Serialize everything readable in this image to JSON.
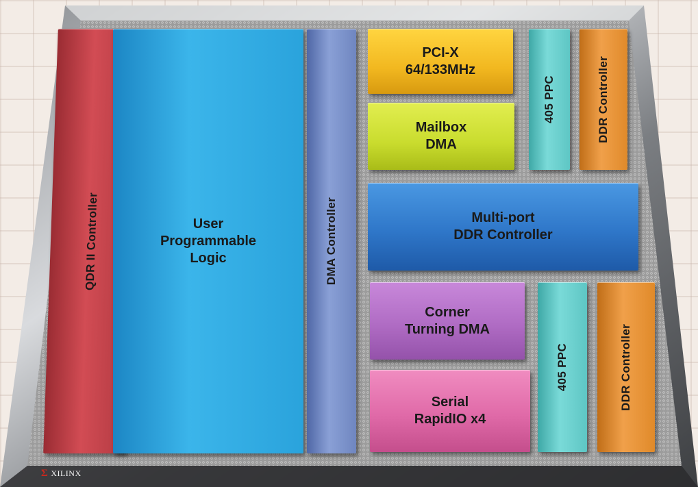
{
  "blocks": {
    "qdr": "QDR II Controller",
    "user_logic": "User\nProgrammable\nLogic",
    "dma_controller": "DMA Controller",
    "pcix": "PCI-X\n64/133MHz",
    "mailbox": "Mailbox\nDMA",
    "ppc_top": "405 PPC",
    "ddr_top": "DDR Controller",
    "multiport": "Multi-port\nDDR Controller",
    "corner": "Corner\nTurning DMA",
    "serial": "Serial\nRapidIO x4",
    "ppc_bottom": "405 PPC",
    "ddr_bottom": "DDR Controller"
  },
  "logo": {
    "symbol": "Σ",
    "text": "XILINX"
  },
  "colors": {
    "qdr": "#c4434a",
    "user_logic": "#2aa3dc",
    "dma_controller": "#6f86c0",
    "pcix": "#f2b820",
    "mailbox": "#c9dc2e",
    "ppc": "#5ec6c4",
    "ddr": "#e08a2a",
    "multiport": "#2f77c9",
    "corner": "#b06cc4",
    "serial": "#e06aa8"
  }
}
